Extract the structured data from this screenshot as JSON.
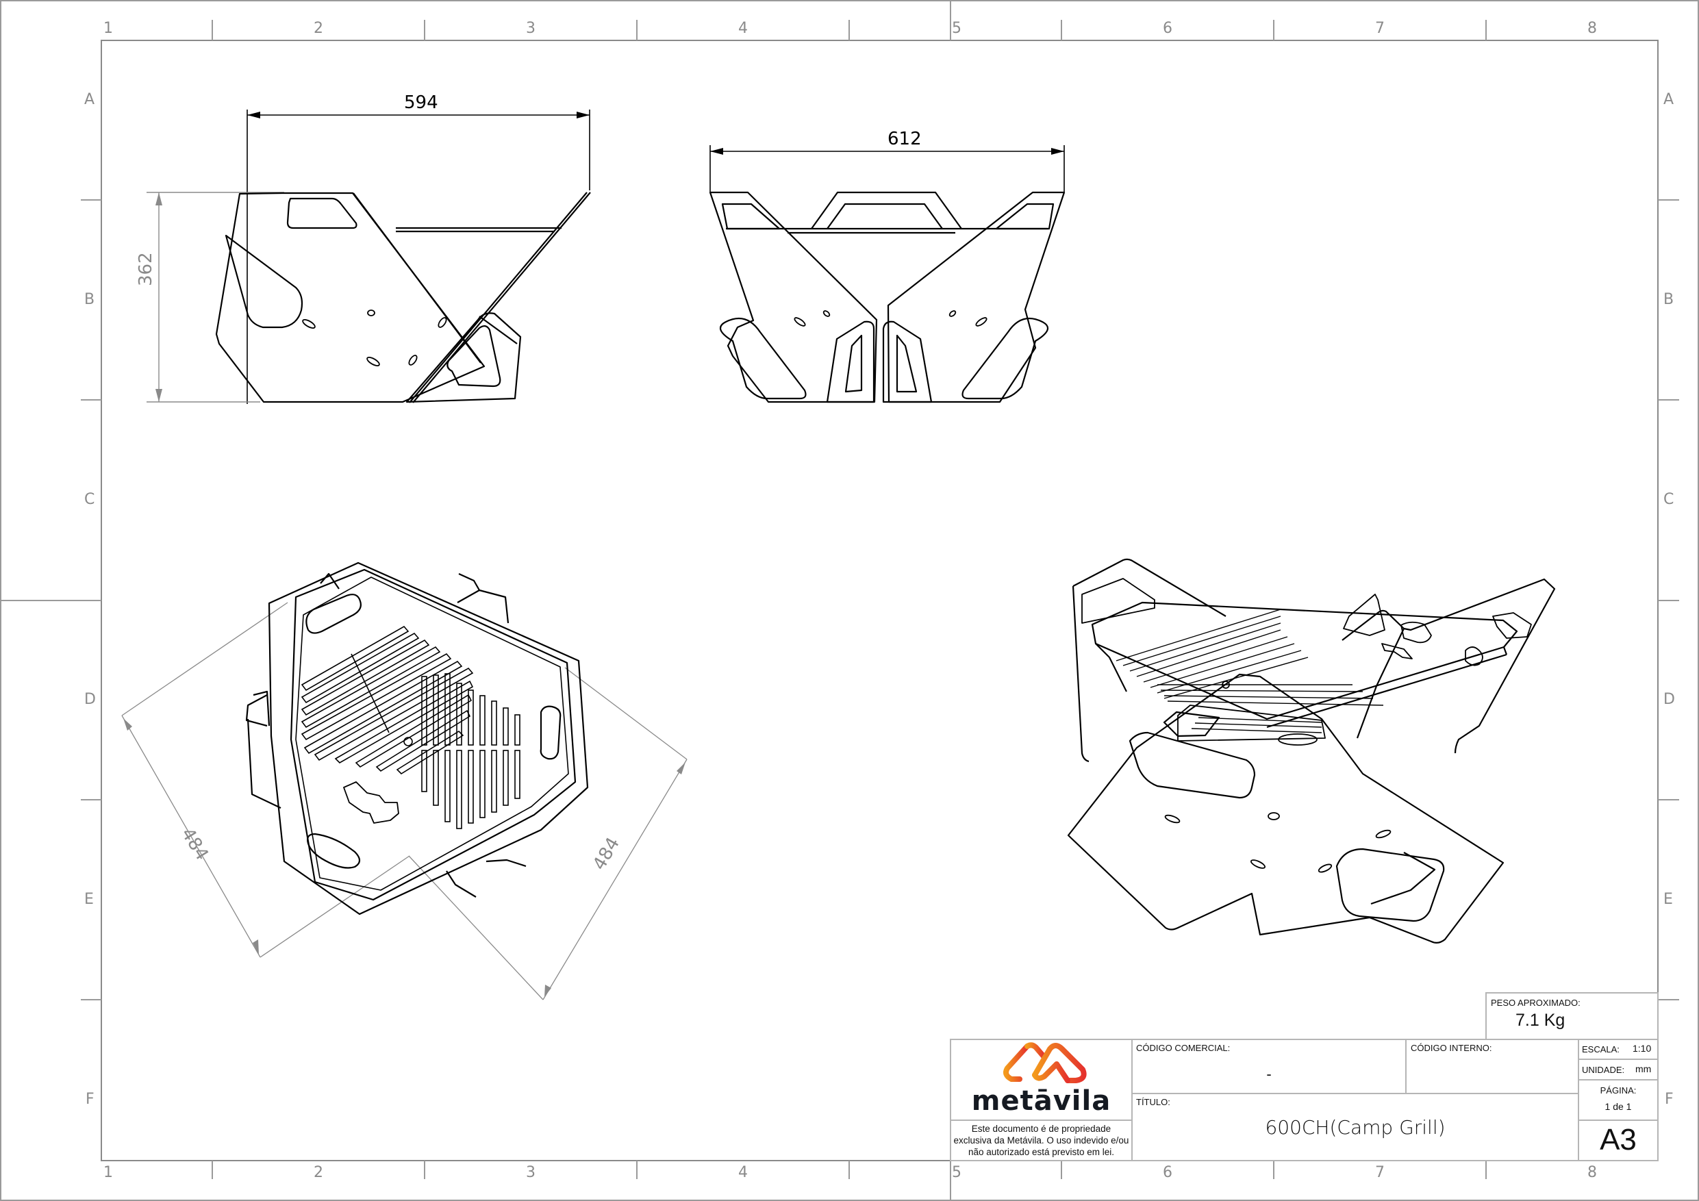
{
  "sheet": {
    "columns": [
      "1",
      "2",
      "3",
      "4",
      "5",
      "6",
      "7",
      "8"
    ],
    "rows": [
      "A",
      "B",
      "C",
      "D",
      "E",
      "F"
    ]
  },
  "views": {
    "side_view": {
      "width_dim": "594",
      "height_dim": "362"
    },
    "front_view": {
      "width_dim": "612"
    },
    "top_view": {
      "side_a_dim": "484",
      "side_b_dim": "484"
    },
    "isometric_view": {}
  },
  "title_block": {
    "weight_label": "PESO APROXIMADO:",
    "weight_value": "7.1 Kg",
    "logo_text": "metāvila",
    "logo_colors": {
      "start": "#f39a1c",
      "end": "#e5322d",
      "text": "#151a22"
    },
    "disclaimer": "Este documento é de propriedade exclusiva da Metávila. O uso indevido e/ou não autorizado está previsto em lei.",
    "commercial_code_label": "CÓDIGO COMERCIAL:",
    "commercial_code_value": "-",
    "internal_code_label": "CÓDIGO INTERNO:",
    "internal_code_value": "",
    "title_label": "TÍTULO:",
    "title_value": "600CH(Camp Grill)",
    "scale_label": "ESCALA:",
    "scale_value": "1:10",
    "unit_label": "UNIDADE:",
    "unit_value": "mm",
    "page_label": "PÁGINA:",
    "page_value": "1 de 1",
    "sheet_size": "A3"
  }
}
